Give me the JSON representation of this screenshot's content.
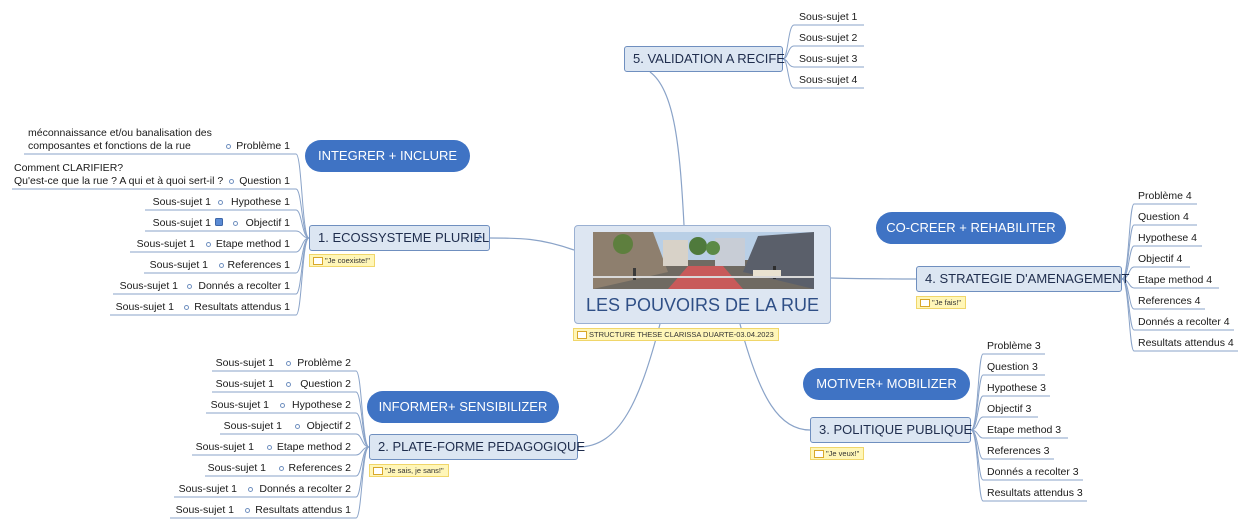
{
  "central": {
    "title": "LES POUVOIRS DE LA RUE",
    "note": "STRUCTURE THESE CLARISSA DUARTE-03.04.2023"
  },
  "branches": {
    "b1": {
      "label": "1. ECOSSYSTEME PLURIEL",
      "note": "\"Je coexiste!\"",
      "tag": "INTEGRER + INCLURE",
      "items": [
        {
          "label": "Problème 1",
          "sub": "méconnaissance et/ou banalisation des\ncomposantes et fonctions de la rue"
        },
        {
          "label": "Question 1",
          "sub": "Comment CLARIFIER?\nQu'est-ce que la rue ? A qui et à quoi sert-il ?"
        },
        {
          "label": "Hypothese 1",
          "sub": "Sous-sujet  1"
        },
        {
          "label": "Objectif 1",
          "sub": "Sous-sujet  1"
        },
        {
          "label": "Etape method 1",
          "sub": "Sous-sujet  1"
        },
        {
          "label": "References 1",
          "sub": "Sous-sujet  1"
        },
        {
          "label": "Donnés a recolter 1",
          "sub": "Sous-sujet  1"
        },
        {
          "label": "Resultats attendus 1",
          "sub": "Sous-sujet  1"
        }
      ]
    },
    "b2": {
      "label": "2. PLATE-FORME PEDAGOGIQUE",
      "note": "\"Je sais, je sans!\"",
      "tag": "INFORMER+ SENSIBILIZER",
      "items": [
        {
          "label": "Problème 2",
          "sub": "Sous-sujet  1"
        },
        {
          "label": "Question  2",
          "sub": "Sous-sujet  1"
        },
        {
          "label": "Hypothese 2",
          "sub": "Sous-sujet  1"
        },
        {
          "label": "Objectif 2",
          "sub": "Sous-sujet  1"
        },
        {
          "label": "Etape method 2",
          "sub": "Sous-sujet  1"
        },
        {
          "label": "References 2",
          "sub": "Sous-sujet  1"
        },
        {
          "label": "Donnés a recolter 2",
          "sub": "Sous-sujet  1"
        },
        {
          "label": "Resultats attendus 1",
          "sub": "Sous-sujet  1"
        }
      ]
    },
    "b3": {
      "label": "3. POLITIQUE PUBLIQUE",
      "note": "\"Je veux!\"",
      "tag": "MOTIVER+ MOBILIZER",
      "items": [
        "Problème 3",
        "Question 3",
        "Hypothese 3",
        "Objectif 3",
        "Etape method 3",
        "References 3",
        "Donnés a recolter 3",
        "Resultats attendus 3"
      ]
    },
    "b4": {
      "label": "4. STRATEGIE D'AMENAGEMENT",
      "note": "\"Je fais!\"",
      "tag": "CO-CREER + REHABILITER",
      "items": [
        "Problème 4",
        "Question 4",
        "Hypothese 4",
        "Objectif 4",
        "Etape method 4",
        "References 4",
        "Donnés a recolter 4",
        "Resultats attendus 4"
      ]
    },
    "b5": {
      "label": "5. VALIDATION A RECIFE",
      "items": [
        "Sous-sujet  1",
        "Sous-sujet  2",
        "Sous-sujet  3",
        "Sous-sujet  4"
      ]
    }
  },
  "colors": {
    "topic_fill": "#dce6f2",
    "topic_border": "#6f8fbf",
    "pill": "#3f73c4",
    "line": "#8aa3c8",
    "note_fill": "#fff6b8"
  }
}
